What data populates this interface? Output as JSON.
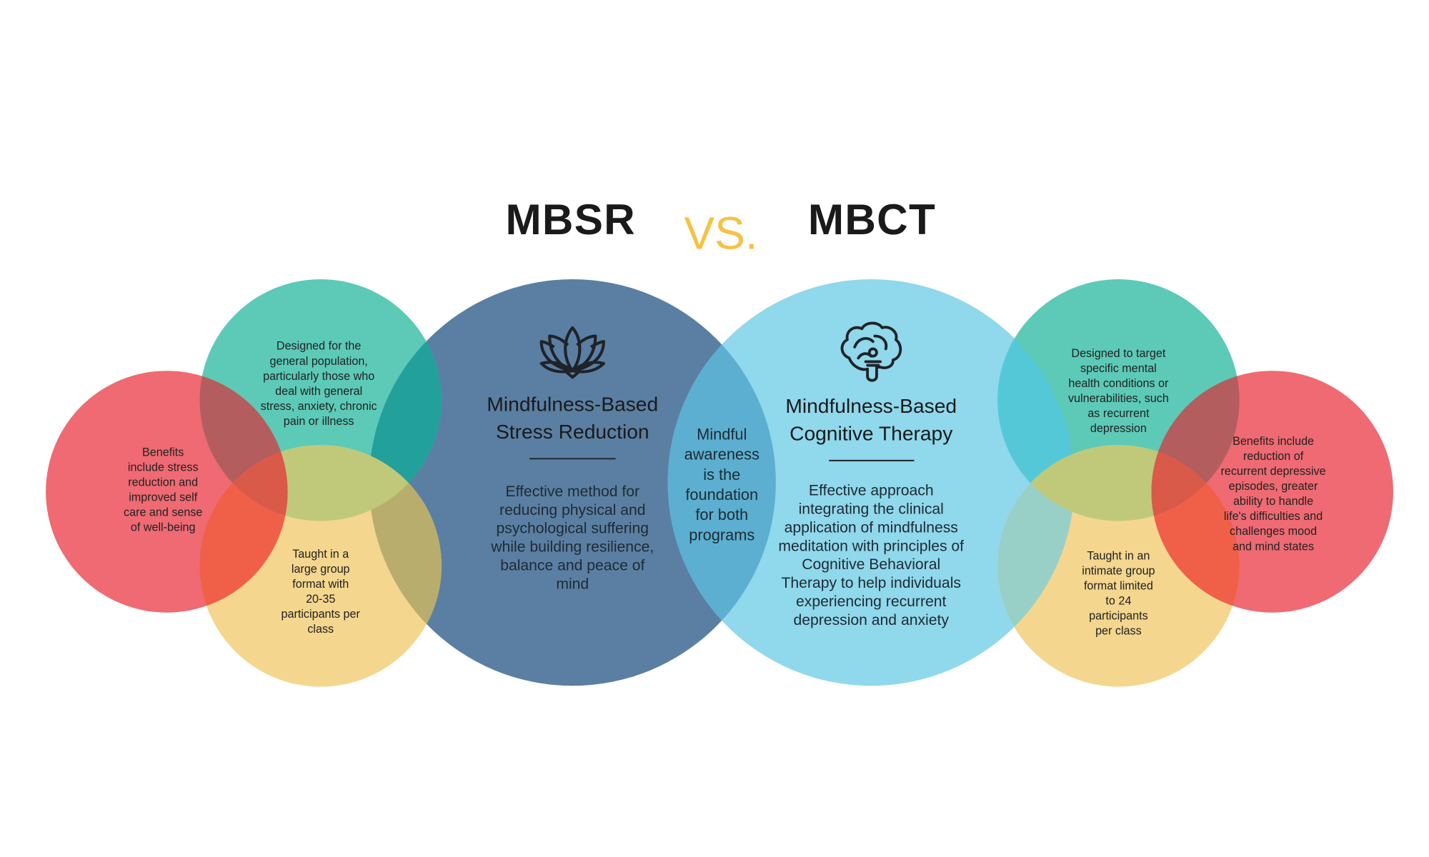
{
  "header": {
    "left_title": "MBSR",
    "versus": "VS.",
    "right_title": "MBCT"
  },
  "mbsr": {
    "heading_lines": [
      "Mindfulness-Based",
      "Stress Reduction"
    ],
    "body_lines": [
      "Effective method for",
      "reducing physical and",
      "psychological suffering",
      "while building resilience,",
      "balance and peace of",
      "mind"
    ],
    "icon": "lotus-icon",
    "audience_lines": [
      "Designed for the",
      "general population,",
      "particularly those who",
      "deal with general",
      "stress, anxiety, chronic",
      "pain or illness"
    ],
    "benefits_lines": [
      "Benefits",
      "include stress",
      "reduction and",
      "improved self",
      "care and sense",
      "of well-being"
    ],
    "format_lines": [
      "Taught in a",
      "large group",
      "format with",
      "20-35",
      "participants per",
      "class"
    ]
  },
  "shared": {
    "lines": [
      "Mindful",
      "awareness",
      "is the",
      "foundation",
      "for both",
      "programs"
    ]
  },
  "mbct": {
    "heading_lines": [
      "Mindfulness-Based",
      "Cognitive Therapy"
    ],
    "body_lines": [
      "Effective approach",
      "integrating the clinical",
      "application of mindfulness",
      "meditation with principles of",
      "Cognitive Behavioral",
      "Therapy to help individuals",
      "experiencing recurrent",
      "depression and anxiety"
    ],
    "icon": "brain-icon",
    "audience_lines": [
      "Designed to target",
      "specific mental",
      "health conditions or",
      "vulnerabilities, such",
      "as recurrent",
      "depression"
    ],
    "benefits_lines": [
      "Benefits include",
      "reduction of",
      "recurrent depressive",
      "episodes, greater",
      "ability to handle",
      "life's difficulties and",
      "challenges mood",
      "and mind states"
    ],
    "format_lines": [
      "Taught in an",
      "intimate group",
      "format limited",
      "to 24",
      "participants",
      "per class"
    ]
  },
  "colors": {
    "red": "#ef6a73",
    "teal": "#5ccab7",
    "yellow": "#f4d68e",
    "dark_blue": "#5b7fa2",
    "light_blue": "#90d8ec",
    "vs": "#f5c242"
  }
}
